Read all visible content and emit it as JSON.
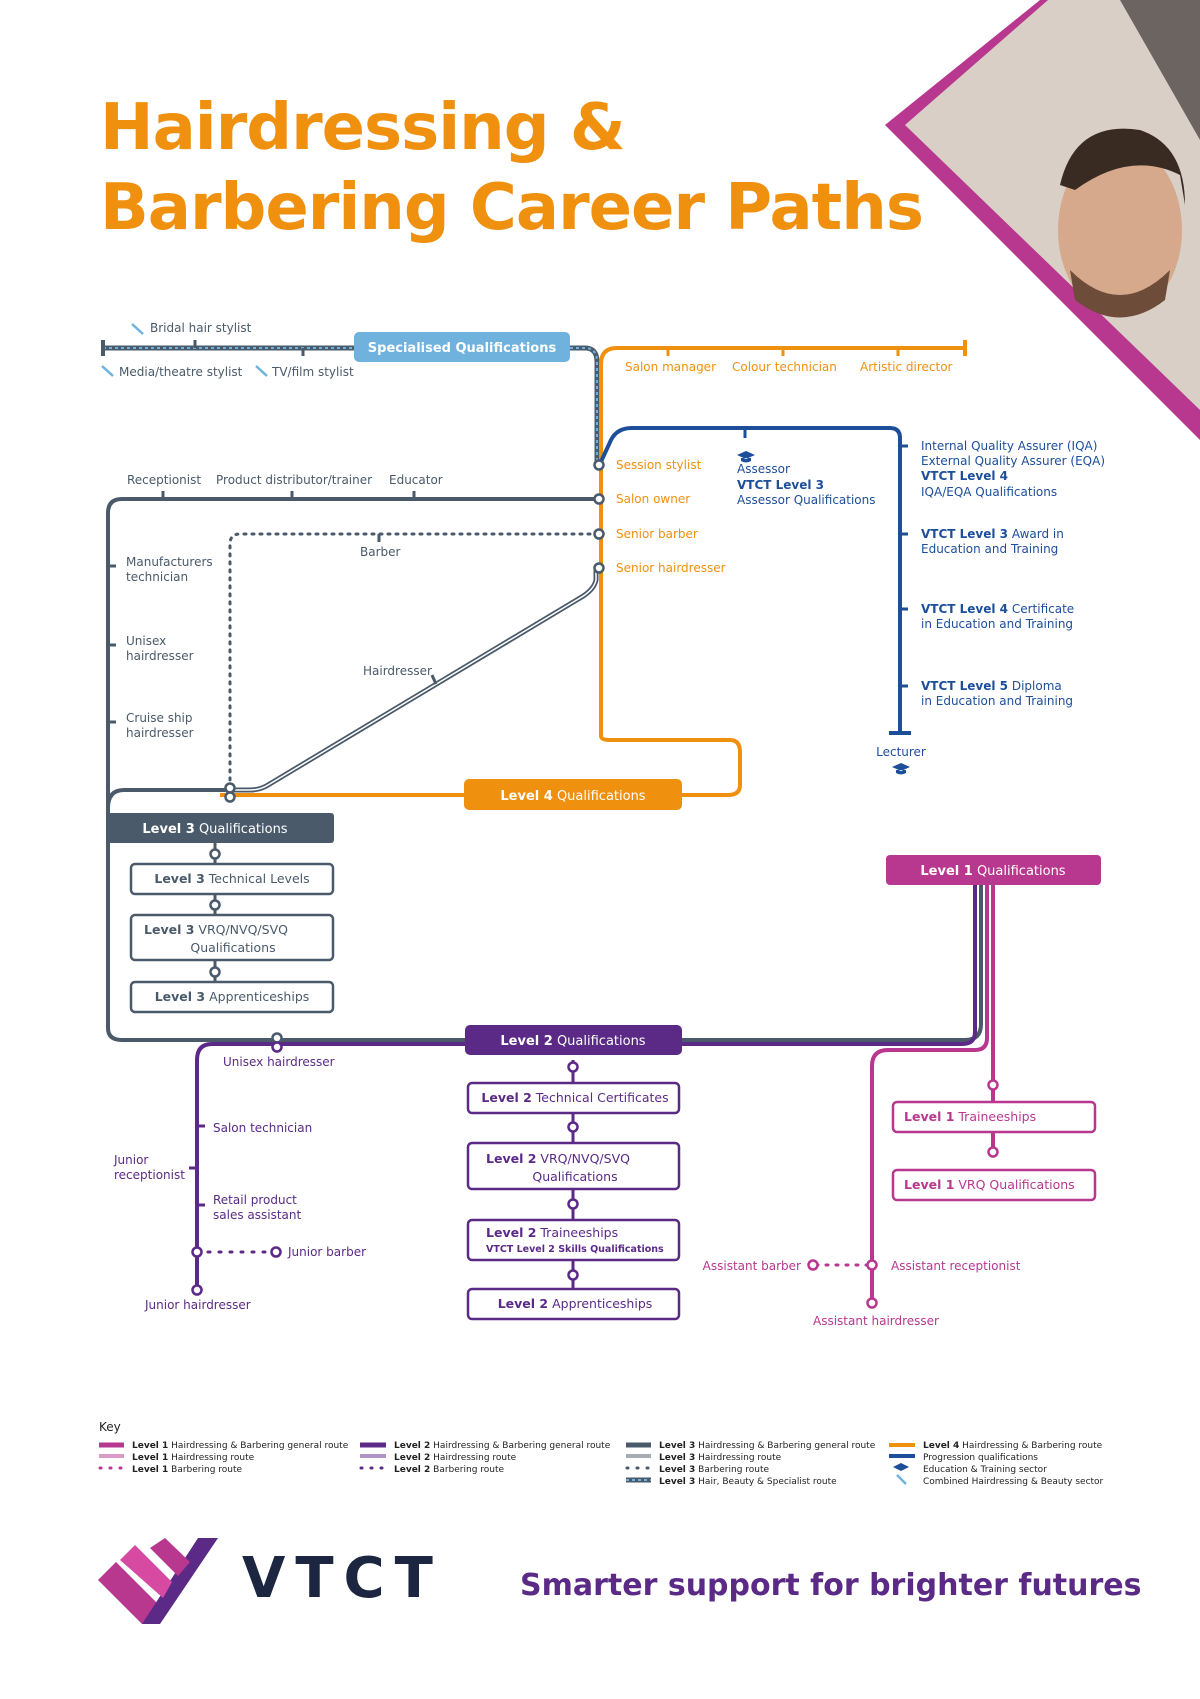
{
  "header": {
    "title_line1": "Hairdressing &",
    "title_line2": "Barbering Career Paths"
  },
  "colors": {
    "level1": "#b8378f",
    "level2": "#5b2a86",
    "level3": "#4a5a6a",
    "level4": "#f0900f",
    "progression": "#1d4e9a",
    "specialised": "#6fb2de",
    "brand": "#1c2640"
  },
  "specialised": {
    "label": "Specialised Qualifications",
    "roles": [
      "Bridal hair stylist",
      "Media/theatre stylist",
      "TV/film stylist"
    ]
  },
  "level4_line": {
    "roles_top": [
      "Salon manager",
      "Colour technician",
      "Artistic director"
    ],
    "stations": [
      "Session stylist",
      "Salon owner",
      "Senior barber",
      "Senior hairdresser"
    ],
    "box_bold": "Level 4",
    "box_rest": " Qualifications"
  },
  "progression": {
    "assessor_title": "Assessor",
    "assessor_bold": "VTCT Level 3",
    "assessor_rest": "Assessor Qualifications",
    "iqa_line1": "Internal Quality Assurer (IQA)",
    "iqa_line2": "External Quality Assurer (EQA)",
    "iqa_bold": "VTCT Level 4",
    "iqa_rest": "IQA/EQA Qualifications",
    "award_bold": "VTCT Level 3",
    "award_rest": " Award in",
    "award_line2": "Education and Training",
    "cert_bold": "VTCT Level 4",
    "cert_rest": " Certificate",
    "cert_line2": "in Education and Training",
    "dip_bold": "VTCT Level 5",
    "dip_rest": " Diploma",
    "dip_line2": "in Education and Training",
    "lecturer": "Lecturer"
  },
  "level3_line": {
    "roles_top": [
      "Receptionist",
      "Product distributor/trainer",
      "Educator"
    ],
    "roles_left": [
      "Manufacturers",
      "technician",
      "Unisex",
      "hairdresser",
      "Cruise ship",
      "hairdresser"
    ],
    "barber": "Barber",
    "hairdresser": "Hairdresser",
    "box_bold": "Level 3",
    "box_rest": " Qualifications",
    "sub": [
      {
        "bold": "Level 3",
        "rest": " Technical Levels"
      },
      {
        "bold": "Level 3",
        "rest": " VRQ/NVQ/SVQ",
        "line2": "Qualifications"
      },
      {
        "bold": "Level 3",
        "rest": " Apprenticeships"
      }
    ]
  },
  "level2_line": {
    "box_bold": "Level 2",
    "box_rest": " Qualifications",
    "roles": [
      "Unisex hairdresser",
      "Salon technician",
      "Junior",
      "receptionist",
      "Retail product",
      "sales assistant",
      "Junior barber",
      "Junior hairdresser"
    ],
    "sub": [
      {
        "bold": "Level 2",
        "rest": " Technical Certificates"
      },
      {
        "bold": "Level 2",
        "rest": " VRQ/NVQ/SVQ",
        "line2": "Qualifications"
      },
      {
        "bold": "Level 2",
        "rest": " Traineeships",
        "line2": "VTCT Level 2 Skills Qualifications"
      },
      {
        "bold": "Level 2",
        "rest": " Apprenticeships"
      }
    ]
  },
  "level1_line": {
    "box_bold": "Level 1",
    "box_rest": " Qualifications",
    "sub": [
      {
        "bold": "Level 1",
        "rest": " Traineeships"
      },
      {
        "bold": "Level 1",
        "rest": " VRQ Qualifications"
      }
    ],
    "roles": [
      "Assistant barber",
      "Assistant receptionist",
      "Assistant hairdresser"
    ]
  },
  "key": {
    "title": "Key",
    "col1": [
      {
        "bold": "Level 1",
        "rest": " Hairdressing & Barbering general route"
      },
      {
        "bold": "Level 1",
        "rest": " Hairdressing route"
      },
      {
        "bold": "Level 1",
        "rest": " Barbering route"
      }
    ],
    "col2": [
      {
        "bold": "Level 2",
        "rest": " Hairdressing & Barbering general route"
      },
      {
        "bold": "Level 2",
        "rest": " Hairdressing route"
      },
      {
        "bold": "Level 2",
        "rest": " Barbering route"
      }
    ],
    "col3": [
      {
        "bold": "Level 3",
        "rest": " Hairdressing & Barbering general route"
      },
      {
        "bold": "Level 3",
        "rest": " Hairdressing route"
      },
      {
        "bold": "Level 3",
        "rest": " Barbering route"
      },
      {
        "bold": "Level 3",
        "rest": " Hair, Beauty & Specialist route"
      }
    ],
    "col4": [
      {
        "bold": "Level 4",
        "rest": " Hairdressing & Barbering route"
      },
      {
        "bold": "",
        "rest": "Progression qualifications"
      },
      {
        "bold": "",
        "rest": "Education & Training sector"
      },
      {
        "bold": "",
        "rest": "Combined Hairdressing & Beauty sector"
      }
    ]
  },
  "footer": {
    "brand": "VTCT",
    "tagline": "Smarter support for brighter futures"
  }
}
